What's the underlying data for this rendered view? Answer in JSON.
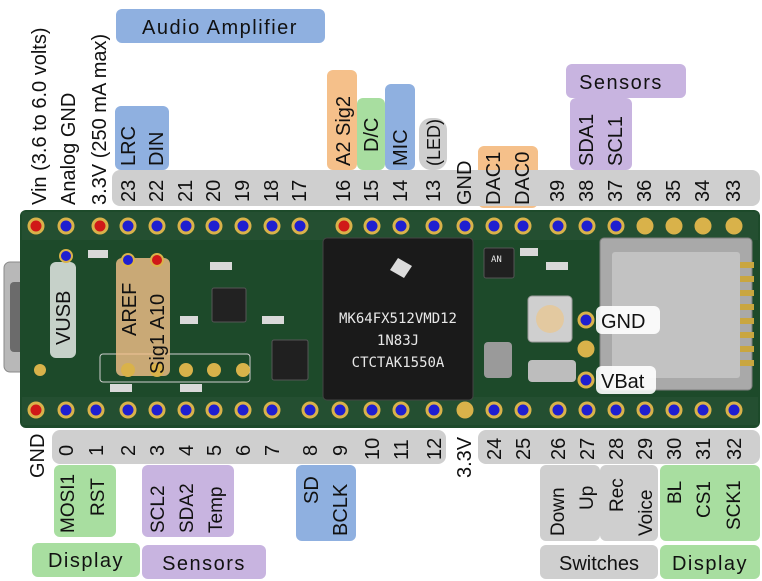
{
  "colors": {
    "blue": "#8fb0e0",
    "orange": "#f5c08a",
    "green": "#a8dea0",
    "purple": "#c8b4e0",
    "grey": "#cfcfcf",
    "pcb": "#1d4a2a",
    "pad_blue": "#1f1fd0",
    "pad_red": "#d01818",
    "pad_gold": "#d9b24a"
  },
  "power_labels": {
    "vin": "Vin  (3.6 to 6.0 volts)",
    "agnd": "Analog GND",
    "v33": "3.3V (250 mA max)"
  },
  "top": {
    "audio_amplifier": "Audio Amplifier",
    "lrc": "LRC",
    "din": "DIN",
    "a2sig2": "A2 Sig2",
    "dc": "D/C",
    "mic": "MIC",
    "led": "(LED)",
    "gnd": "GND",
    "dac1": "DAC1",
    "dac0": "DAC0",
    "sensors": "Sensors",
    "sda1": "SDA1",
    "scl1": "SCL1",
    "pins": [
      "23",
      "22",
      "21",
      "20",
      "19",
      "18",
      "17",
      "16",
      "15",
      "14",
      "13",
      "39",
      "38",
      "37",
      "36",
      "35",
      "34",
      "33"
    ]
  },
  "bottom": {
    "gnd": "GND",
    "pins": [
      "0",
      "1",
      "2",
      "3",
      "4",
      "5",
      "6",
      "7",
      "8",
      "9",
      "10",
      "11",
      "12"
    ],
    "v33": "3.3V",
    "pins2": [
      "24",
      "25",
      "26",
      "27",
      "28",
      "29",
      "30",
      "31",
      "32"
    ],
    "mosi1": "MOSI1",
    "rst": "RST",
    "display_left": "Display",
    "scl2": "SCL2",
    "sda2": "SDA2",
    "temp": "Temp",
    "sensors": "Sensors",
    "sd": "SD",
    "bclk": "BCLK",
    "down": "Down",
    "up": "Up",
    "rec": "Rec",
    "voice": "Voice",
    "switches": "Switches",
    "bl": "BL",
    "cs1": "CS1",
    "sck1": "SCK1",
    "display_right": "Display"
  },
  "board": {
    "vusb": "VUSB",
    "aref": "AREF",
    "sig1a10": "Sig1 A10",
    "gnd": "GND",
    "vbat": "VBat",
    "chip_line1": "MK64FX512VMD12",
    "chip_line2": "1N83J",
    "chip_line3": "CTCTAK1550A",
    "an": "AN"
  }
}
